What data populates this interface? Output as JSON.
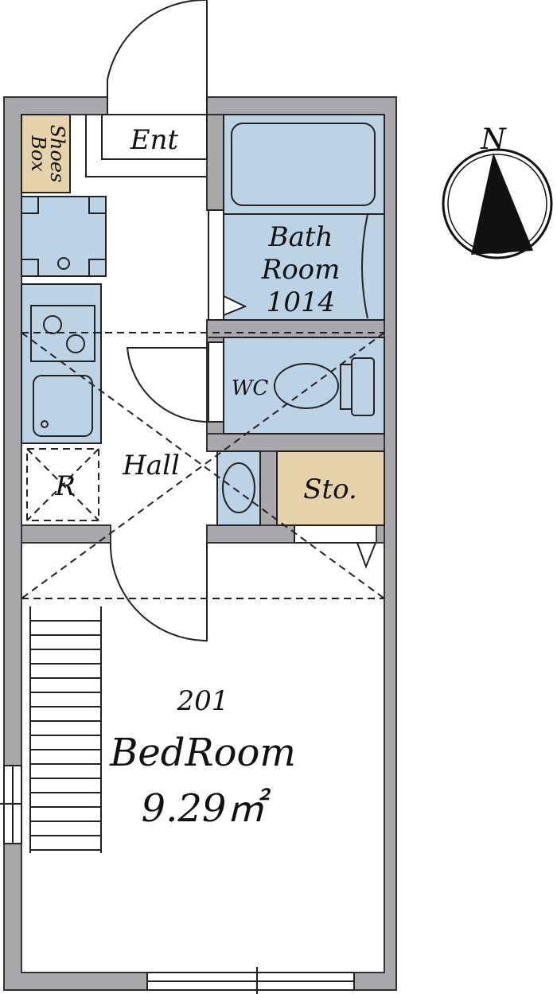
{
  "plan": {
    "unit_number": "201",
    "rooms": {
      "entrance": "Ent",
      "shoes_box_line1": "Shoes",
      "shoes_box_line2": "Box",
      "bath_line1": "Bath",
      "bath_line2": "Room",
      "bath_line3": "1014",
      "wc": "WC",
      "hall": "Hall",
      "refrigerator": "R",
      "storage": "Sto.",
      "bedroom": "BedRoom",
      "bedroom_area": "9.29㎡"
    },
    "compass": {
      "label": "N"
    },
    "colors": {
      "wall": "#a9a9ad",
      "wet_area": "#bcd3e6",
      "storage": "#e6d3ac"
    }
  }
}
